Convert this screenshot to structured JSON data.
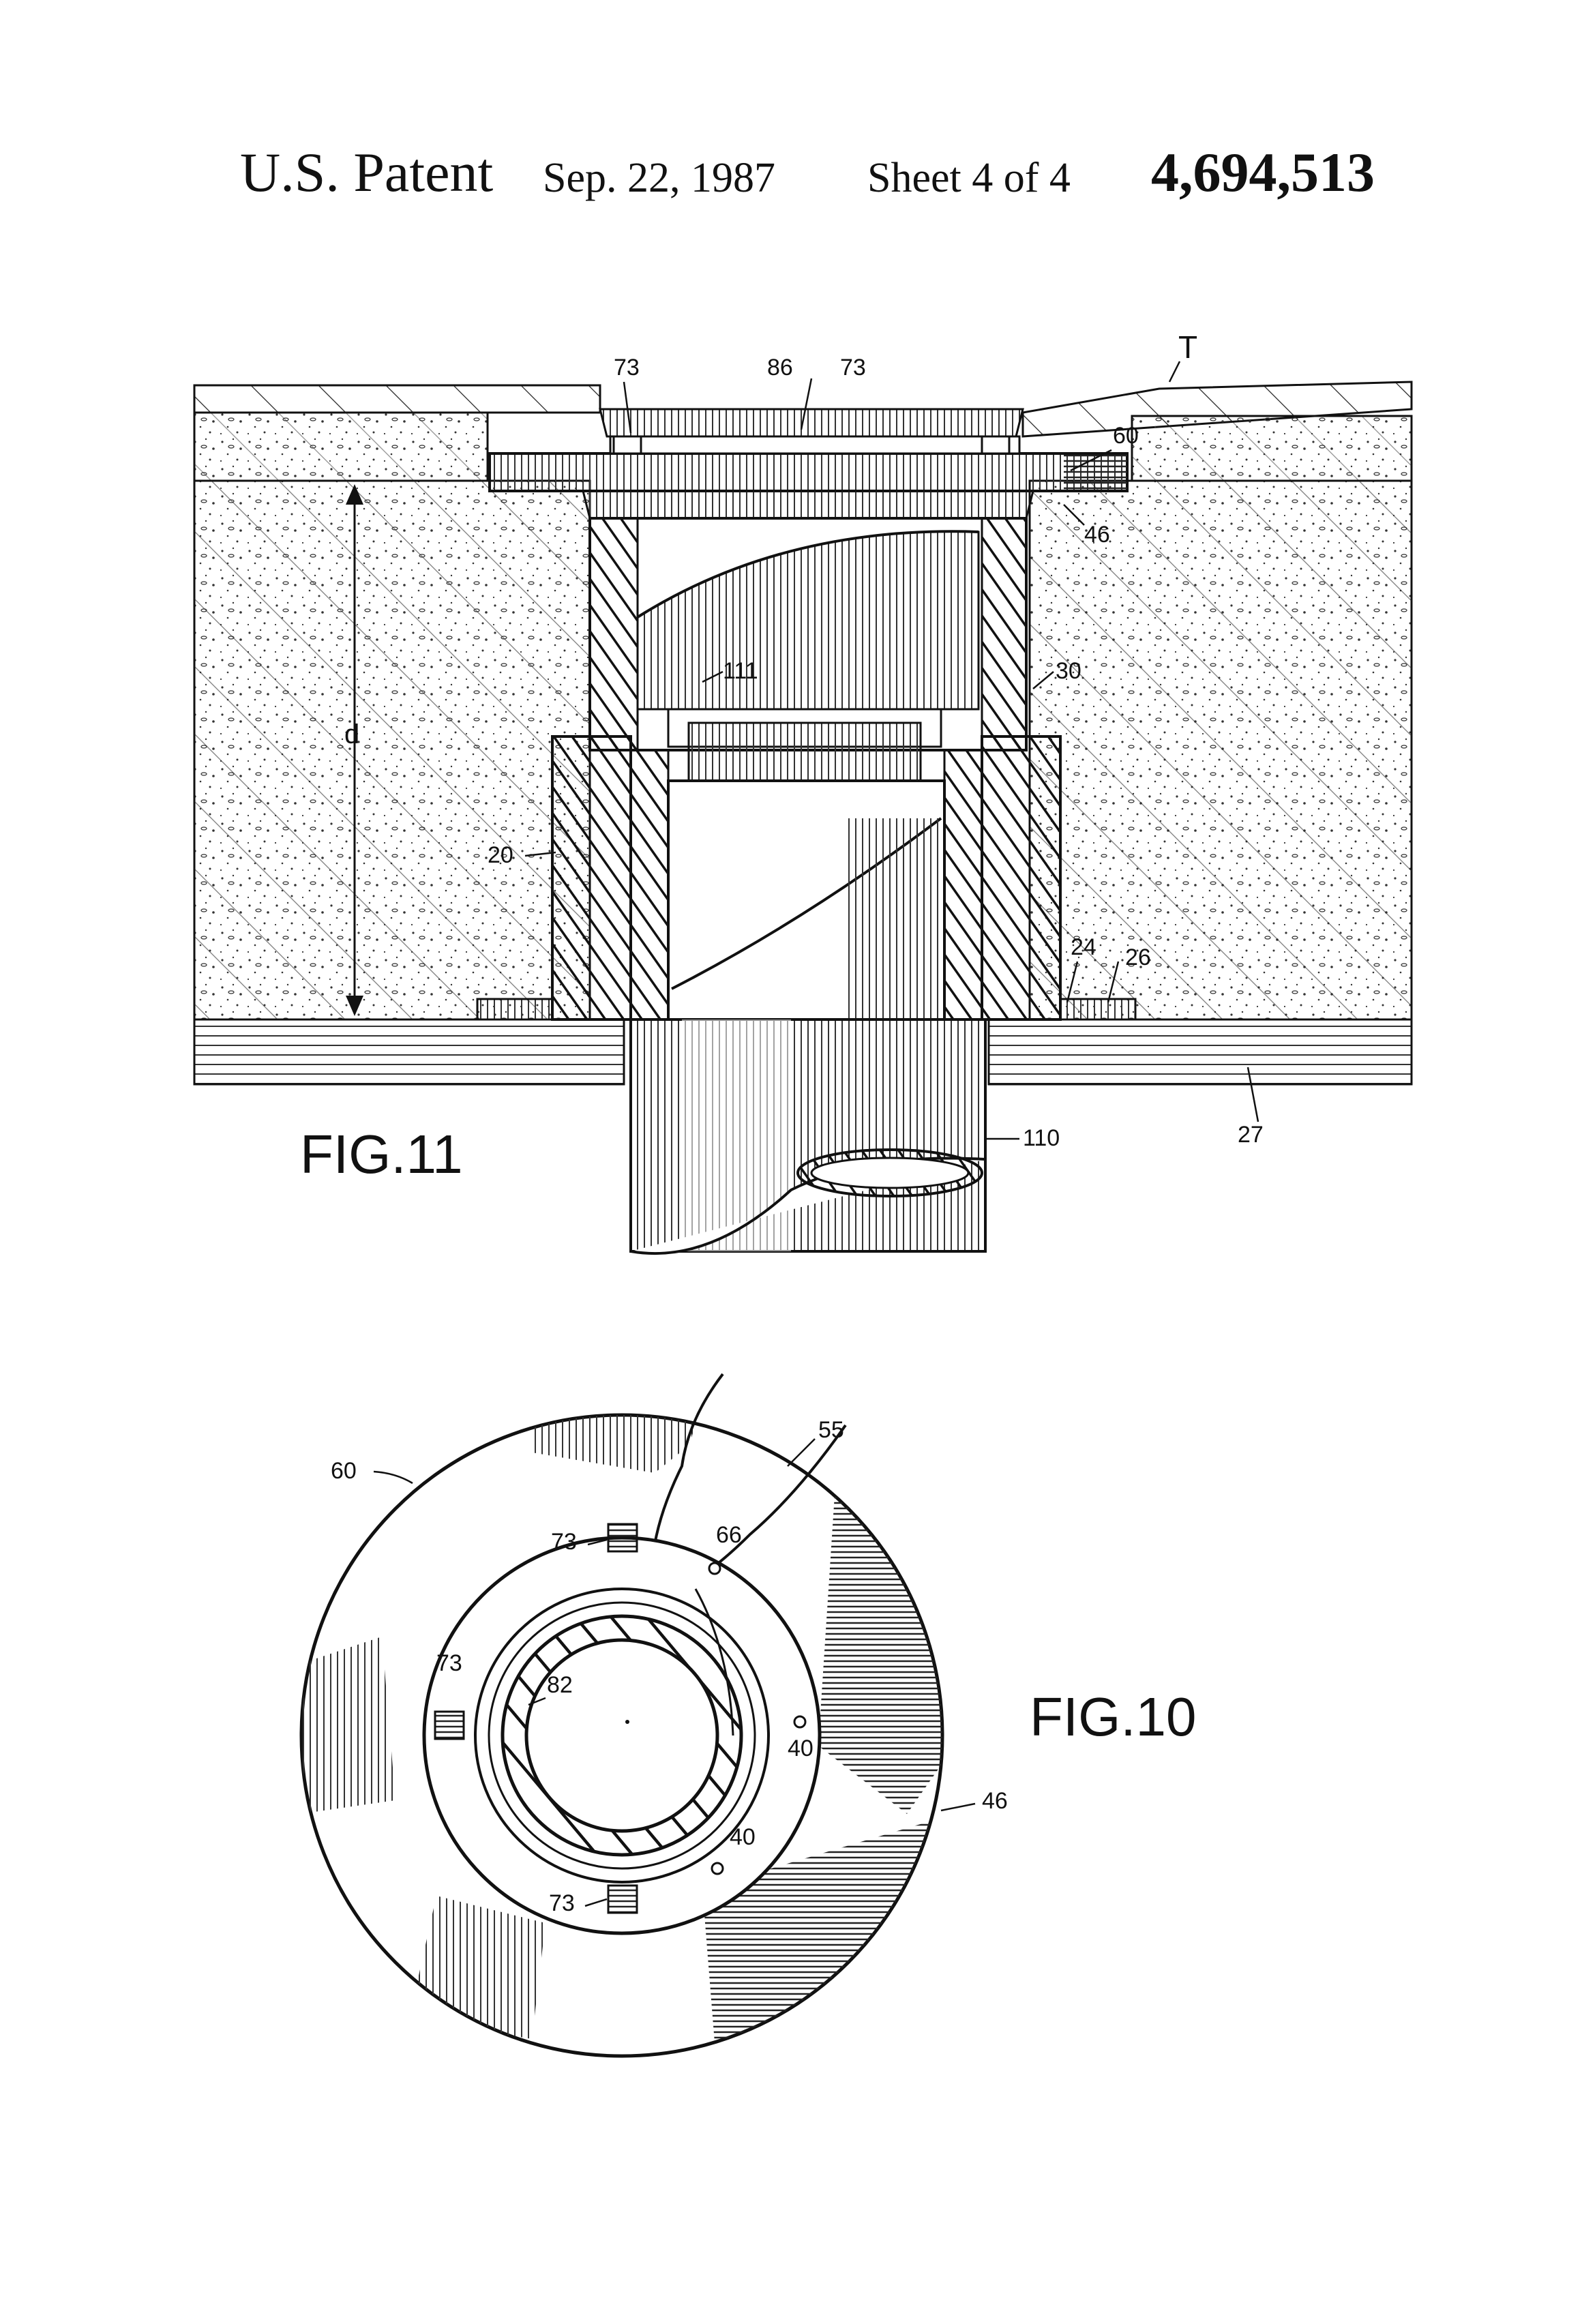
{
  "header": {
    "patent_label": "U.S. Patent",
    "date": "Sep. 22, 1987",
    "sheet": "Sheet 4 of 4",
    "patent_number": "4,694,513"
  },
  "fig11": {
    "title": "FIG.11",
    "labels": {
      "l73a": "73",
      "l86": "86",
      "l73b": "73",
      "lT": "T",
      "l60": "60",
      "l46": "46",
      "l111": "111",
      "l30": "30",
      "ld": "d",
      "l20": "20",
      "l24": "24",
      "l26": "26",
      "l110": "110",
      "l27": "27"
    }
  },
  "fig10": {
    "title": "FIG.10",
    "labels": {
      "l60": "60",
      "l55": "55",
      "l73a": "73",
      "l66": "66",
      "l73b": "73",
      "l82": "82",
      "l40a": "40",
      "l46": "46",
      "l40b": "40",
      "l73c": "73"
    }
  }
}
